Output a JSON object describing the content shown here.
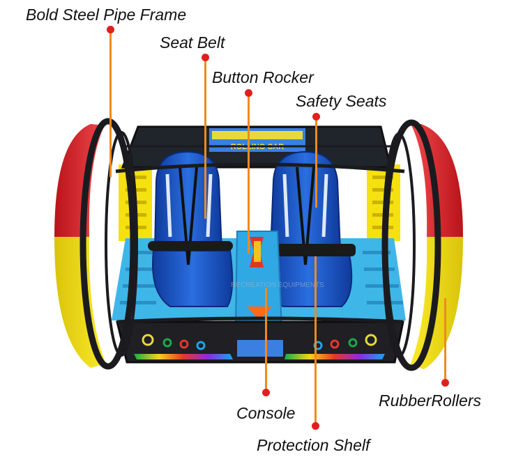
{
  "diagram": {
    "labels": {
      "frame": "Bold Steel Pipe Frame",
      "seat_belt": "Seat Belt",
      "button_rocker": "Button Rocker",
      "safety_seats": "Safety Seats",
      "console": "Console",
      "protection_shelf": "Protection Shelf",
      "rollers": "RubberRollers"
    },
    "sign_text": "ROLLING CAR",
    "watermark": "RECREATION EQUIPMENTS",
    "colors": {
      "leader": "#f08a1c",
      "dot": "#e11f1f",
      "roller_red": "#e52a2f",
      "roller_yellow": "#f5e10f",
      "seat_blue": "#1e55c8",
      "floor_cyan": "#3fb6e8",
      "frame_black": "#1b1b1f"
    }
  }
}
